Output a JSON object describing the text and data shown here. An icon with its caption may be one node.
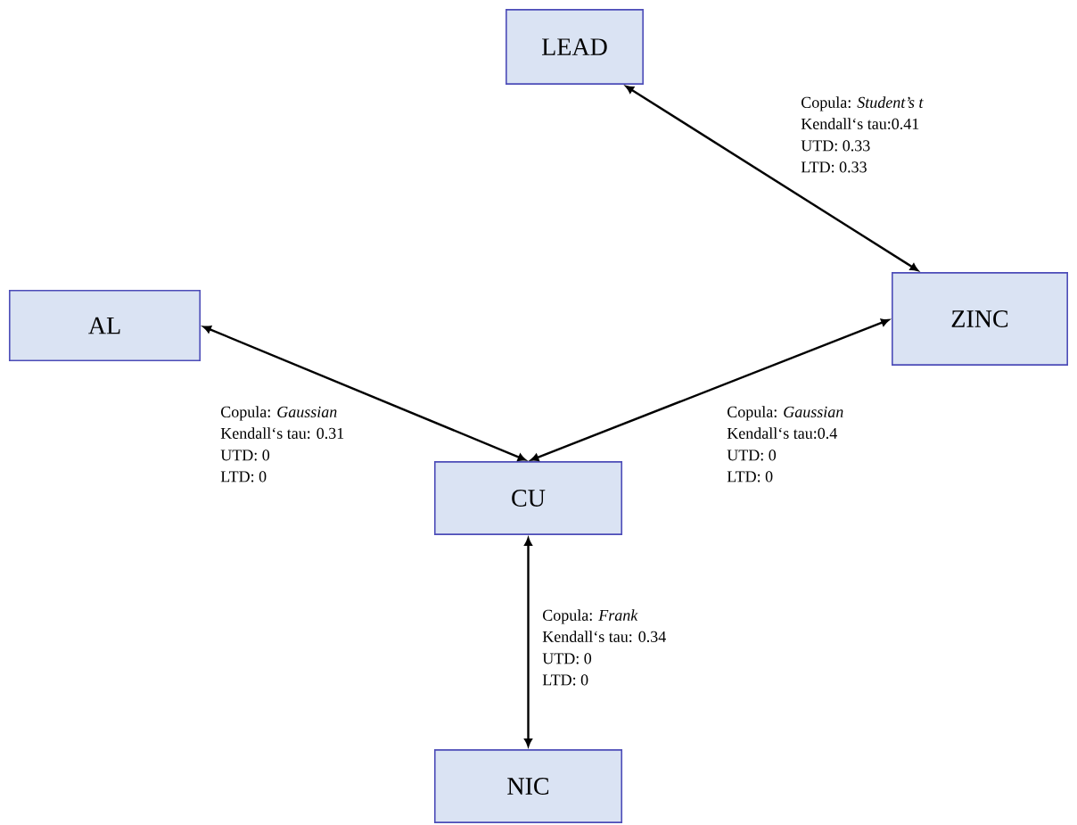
{
  "diagram": {
    "nodes": [
      {
        "text": [
          "LEAD"
        ]
      },
      {
        "text": [
          "AL"
        ]
      },
      {
        "text": [
          "ZINC"
        ]
      },
      {
        "text": [
          "CU"
        ]
      },
      {
        "text": [
          "NIC"
        ]
      }
    ],
    "edges": [
      {
        "from": 2,
        "to": 0,
        "arrow": "both"
      },
      {
        "from": 3,
        "to": 1,
        "arrow": "both"
      },
      {
        "from": 3,
        "to": 2,
        "arrow": "both"
      },
      {
        "from": 3,
        "to": 4,
        "arrow": "both"
      }
    ],
    "labels": [
      "Copula: *Student’s t*",
      "Kendall‘s tau:0.41",
      "UTD: 0.33",
      "LTD: 0.33",
      "Copula: *Gaussian*",
      "Kendall‘s tau: 0.31",
      "UTD: 0",
      "LTD: 0",
      "Copula: *Gaussian*",
      "Kendall‘s tau:0.4",
      "UTD: 0",
      "LTD: 0",
      "Copula: *Frank*",
      "Kendall‘s tau: 0.34",
      "UTD: 0",
      "LTD: 0"
    ]
  }
}
